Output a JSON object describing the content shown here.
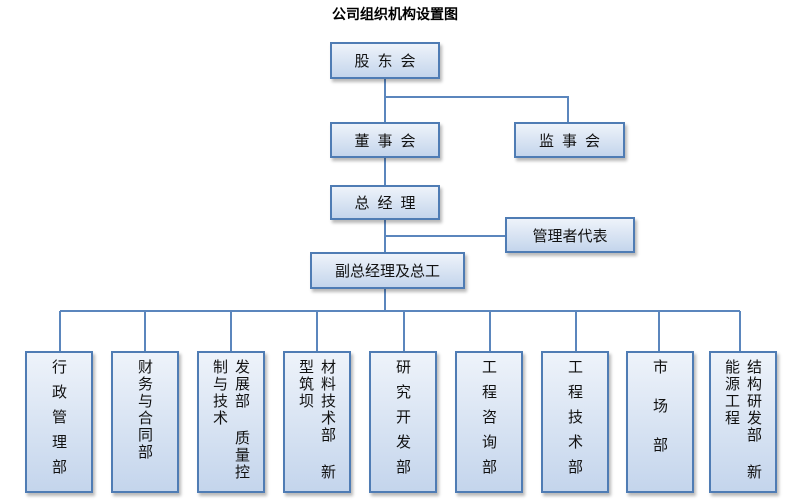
{
  "title": "公司组织机构设置图",
  "nodes": {
    "shareholders": "股东会",
    "board": "董事会",
    "supervisors": "监事会",
    "gm": "总经理",
    "management_rep": "管理者代表",
    "deputy_gm": "副总经理及总工"
  },
  "departments": [
    {
      "name": "行政管理部"
    },
    {
      "name": "财务与合同部"
    },
    {
      "name": "发展部 质量控制与技术"
    },
    {
      "name": "材料技术部 新型筑坝"
    },
    {
      "name": "研究开发部"
    },
    {
      "name": "工程咨询部"
    },
    {
      "name": "工程技术部"
    },
    {
      "name": "市场部"
    },
    {
      "name": "结构研发部 新能源工程"
    }
  ],
  "colors": {
    "border": "#4f7cb4",
    "fill_top": "#eef3fa",
    "fill_bottom": "#c4d5ec",
    "connector": "#5b86bd"
  }
}
